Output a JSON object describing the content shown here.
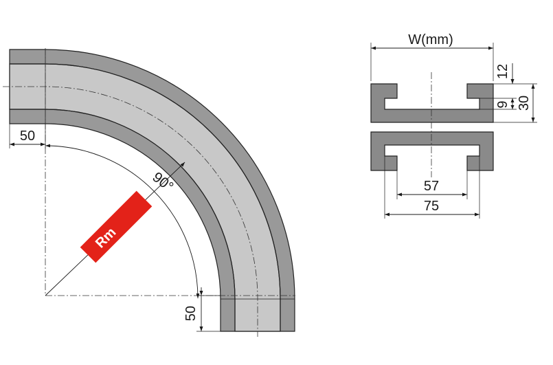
{
  "labels": {
    "width": "W(mm)",
    "dim_12": "12",
    "dim_9": "9",
    "dim_30": "30",
    "dim_57": "57",
    "dim_75": "75",
    "straight_left": "50",
    "straight_bottom": "50",
    "angle": "90°",
    "radius": "Rm"
  },
  "colors": {
    "outer_band": "#999999",
    "inner_band": "#c8c8c8",
    "profile_fill": "#8a8a8a",
    "radius_tag": "#e32219",
    "line": "#1a1a1a"
  },
  "bend": {
    "angle_deg": 90,
    "straight_section_mm": 50
  }
}
